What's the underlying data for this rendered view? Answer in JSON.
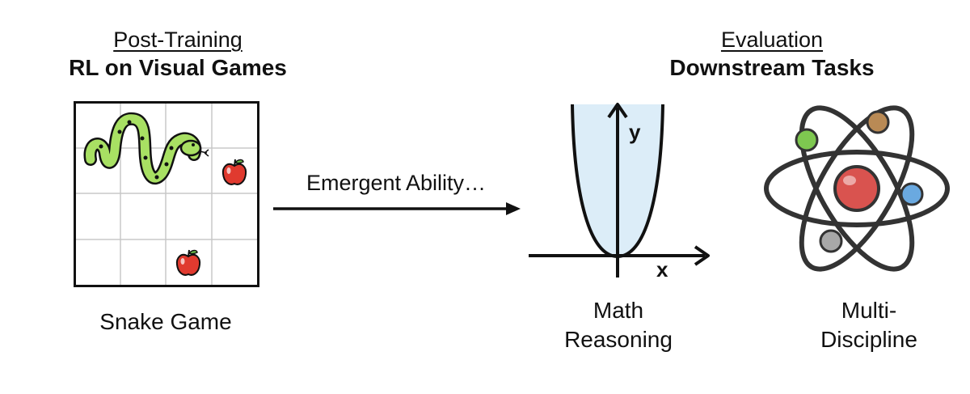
{
  "left": {
    "heading": "Post-Training",
    "subheading": "RL on Visual Games",
    "caption": "Snake Game"
  },
  "right": {
    "heading": "Evaluation",
    "subheading": "Downstream Tasks"
  },
  "arrow_label": "Emergent Ability…",
  "math": {
    "y_label": "y",
    "x_label": "x",
    "caption_line1": "Math",
    "caption_line2": "Reasoning"
  },
  "science": {
    "caption_line1": "Multi-",
    "caption_line2": "Discipline"
  },
  "colors": {
    "snake_green": "#a8e063",
    "parabola_fill": "#dcedf8",
    "nucleus_red": "#d9534f",
    "electron_green": "#7ec850",
    "electron_brown": "#b98a55",
    "electron_blue": "#6aa9e0",
    "electron_gray": "#a8a8a8"
  },
  "icons": [
    "snake-icon",
    "apple-icon",
    "atom-icon"
  ]
}
